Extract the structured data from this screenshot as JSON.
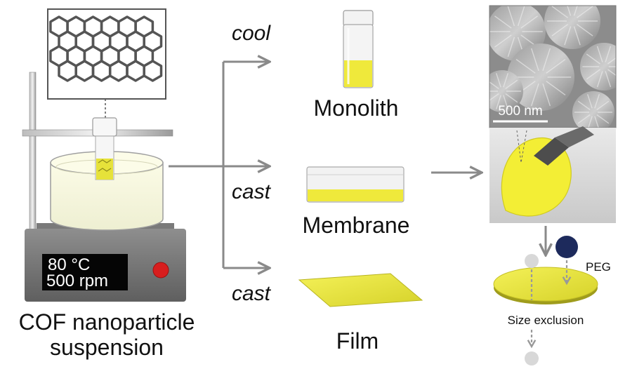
{
  "setup": {
    "display_line1": "80  °C",
    "display_line2": "500 rpm",
    "caption_line1": "COF nanoparticle",
    "caption_line2": "suspension"
  },
  "routes": [
    {
      "process": "cool",
      "product": "Monolith"
    },
    {
      "process": "cast",
      "product": "Membrane"
    },
    {
      "process": "cast",
      "product": "Film"
    }
  ],
  "photo": {
    "scale_bar": "500 nm"
  },
  "filtration": {
    "molecule_label": "PEG",
    "caption": "Size exclusion"
  },
  "colors": {
    "cof_yellow": "#ece93a",
    "arrow_gray": "#8a8a8a",
    "peg_navy": "#1d2a5c",
    "indicator_red": "#d81e1e"
  }
}
